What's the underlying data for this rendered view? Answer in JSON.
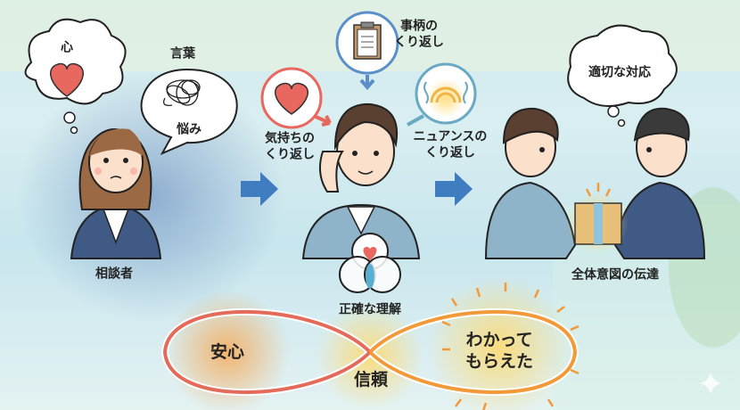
{
  "client": {
    "heart_thought": "心",
    "words_label": "言葉",
    "worry": "悩み",
    "role": "相談者"
  },
  "listener": {
    "feelings": [
      "気持ちの",
      "くり返し"
    ],
    "facts": [
      "事柄の",
      "くり返し"
    ],
    "nuance": [
      "ニュアンスの",
      "くり返し"
    ],
    "understanding": "正確な理解"
  },
  "outcome": {
    "thought": "適切な対応",
    "caption": "全体意図の伝達"
  },
  "loop": {
    "left": "安心",
    "center": "信頼",
    "right": [
      "わかって",
      "もらえた"
    ]
  },
  "colors": {
    "heart": "#e8675e",
    "blue_arrow": "#3f7cc0",
    "loop_red": "#e46a5a",
    "loop_orange": "#f29a3a",
    "suit": "#7f9fbb",
    "suit_dark": "#3f5a85"
  }
}
